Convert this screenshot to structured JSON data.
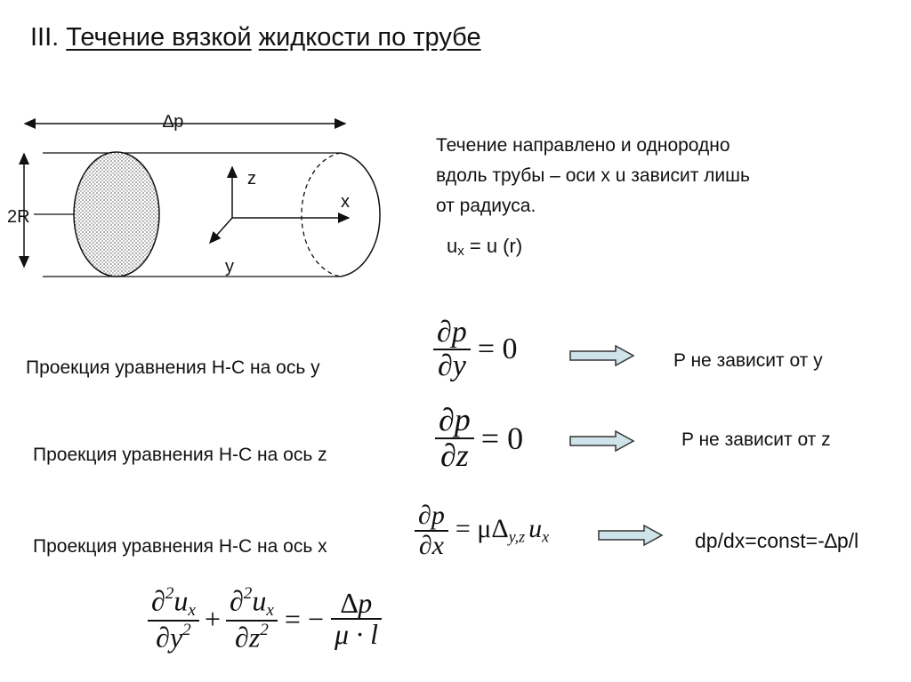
{
  "title": {
    "prefix": "III.",
    "part1": "Течение вязкой",
    "part2": "жидкости по трубе"
  },
  "diagram": {
    "label_dp": "∆p",
    "label_2R": "2R",
    "label_z": "z",
    "label_x": "x",
    "label_y": "y"
  },
  "description": {
    "line1": "Течение направлено и однородно",
    "line2": "вдоль трубы – оси x u зависит лишь",
    "line3": "от радиуса."
  },
  "ux_equation": {
    "lhs": "u",
    "sub": "x",
    "rhs": "= u (r)"
  },
  "rows": [
    {
      "projection": "Проекция уравнения Н-С на ось y",
      "num": "∂p",
      "den": "∂y",
      "rhs": "= 0",
      "result": "P не зависит от y"
    },
    {
      "projection": "Проекция уравнения Н-С на ось z",
      "num": "∂p",
      "den": "∂z",
      "rhs": "= 0",
      "result": "P не зависит от z"
    },
    {
      "projection": "Проекция уравнения Н-С на ось x",
      "num": "∂p",
      "den": "∂x",
      "rhs_mu": "= μΔ",
      "rhs_sub": "y,z",
      "rhs_u": "u",
      "rhs_u_sub": "x",
      "result": "dp/dx=const=-∆p/l"
    }
  ],
  "final_equation": {
    "t1_num": "∂",
    "t1_num_sup": "2",
    "t1_num_u": "u",
    "t1_num_sub": "x",
    "t1_den": "∂y",
    "t1_den_sup": "2",
    "plus": "+",
    "t2_num": "∂",
    "t2_num_sup": "2",
    "t2_num_u": "u",
    "t2_num_sub": "x",
    "t2_den": "∂z",
    "t2_den_sup": "2",
    "eq": "= −",
    "t3_num": "∆p",
    "t3_den": "μ · l"
  },
  "colors": {
    "arrow_fill": "#cfe4ea",
    "arrow_stroke": "#333333",
    "hatch": "#8a8a8a"
  }
}
